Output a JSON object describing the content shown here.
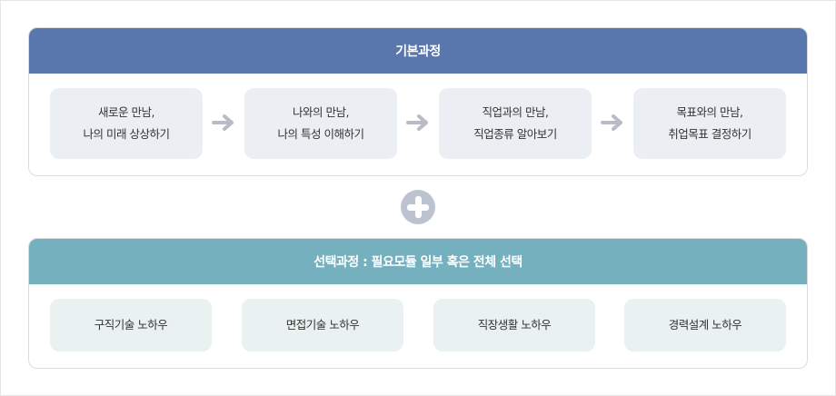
{
  "basic": {
    "title": "기본과정",
    "steps": [
      {
        "line1": "새로운 만남,",
        "line2": "나의 미래 상상하기"
      },
      {
        "line1": "나와의 만남,",
        "line2": "나의 특성 이해하기"
      },
      {
        "line1": "직업과의 만남,",
        "line2": "직업종류 알아보기"
      },
      {
        "line1": "목표와의 만남,",
        "line2": "취업목표 결정하기"
      }
    ]
  },
  "elective": {
    "title": "선택과정 : 필요모듈 일부 혹은 전체 선택",
    "modules": [
      "구직기술 노하우",
      "면접기술 노하우",
      "직장생활 노하우",
      "경력설계 노하우"
    ]
  },
  "colors": {
    "basic_header": "#5976ad",
    "elective_header": "#75b0bf"
  }
}
